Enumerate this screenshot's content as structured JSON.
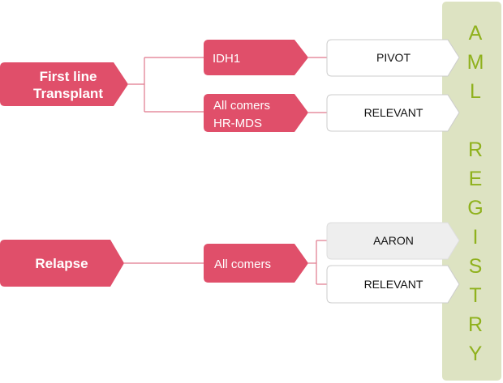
{
  "registry": {
    "letters": [
      "A",
      "M",
      "L",
      "R",
      "E",
      "G",
      "I",
      "S",
      "T",
      "R",
      "Y"
    ]
  },
  "groups": {
    "first_line": {
      "line1": "First line",
      "line2": "Transplant"
    },
    "relapse": {
      "label": "Relapse"
    }
  },
  "populations": {
    "idh1": "IDH1",
    "all_comers_hr_mds": {
      "line1": "All comers",
      "line2": "HR-MDS"
    },
    "all_comers": "All comers"
  },
  "studies": {
    "pivot": "PIVOT",
    "relevant_1": "RELEVANT",
    "aaron": "AARON",
    "relevant_2": "RELEVANT"
  },
  "colors": {
    "red": "#e04f6a",
    "connector": "#e0788c",
    "registry_bg": "#dde3c2",
    "registry_text": "#8fb11d"
  }
}
